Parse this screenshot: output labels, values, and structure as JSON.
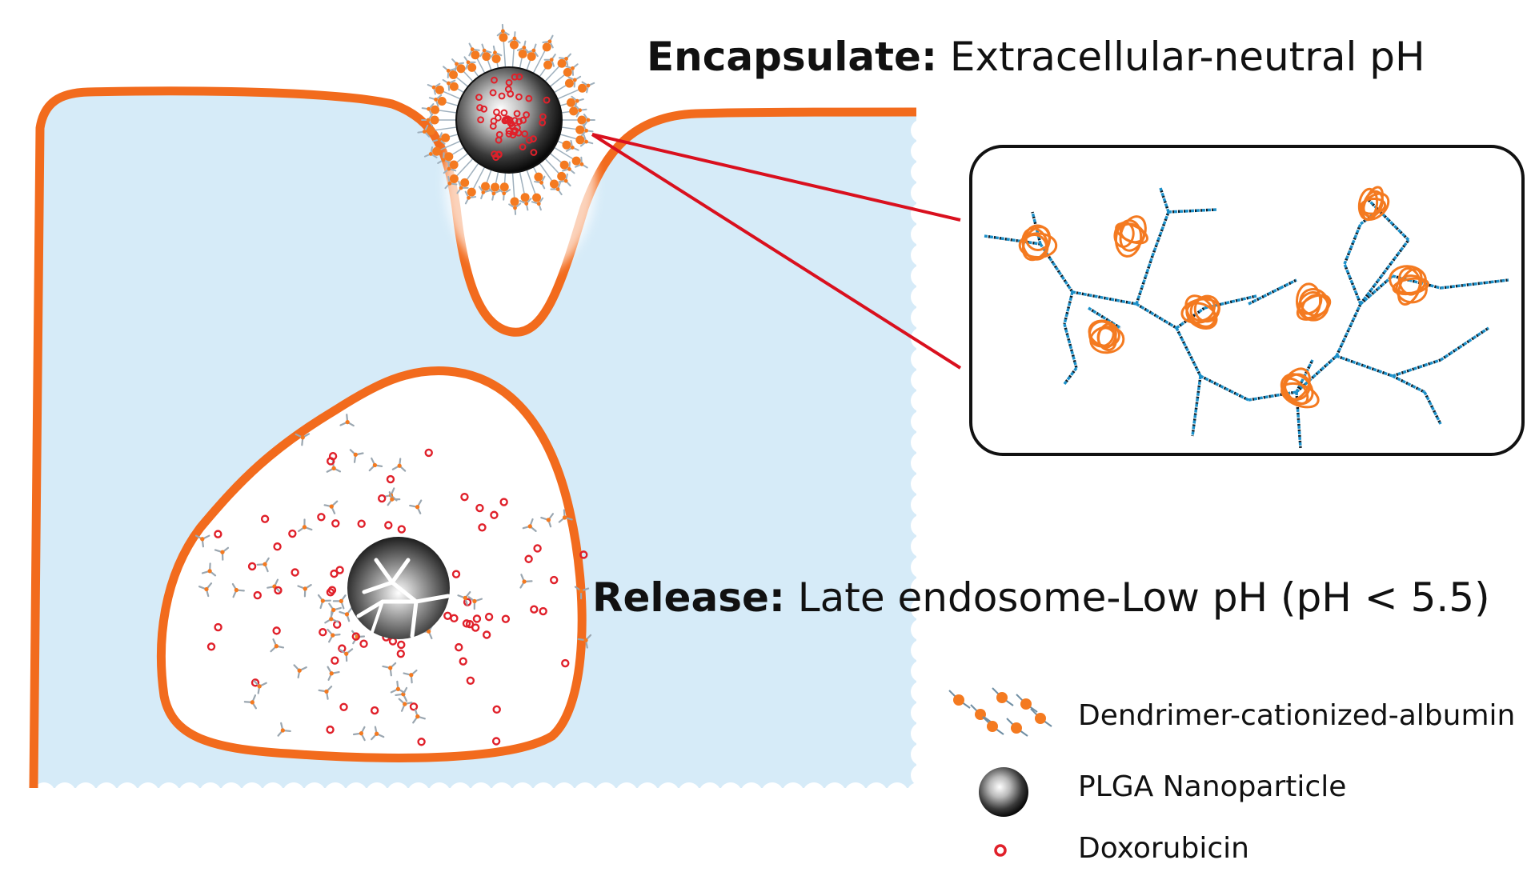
{
  "annotations": {
    "encapsulate_bold": "Encapsulate:",
    "encapsulate_rest": "Extracellular-neutral pH",
    "release_bold": "Release:",
    "release_rest": "Late endosome-Low pH (pH < 5.5)"
  },
  "legend": {
    "items": [
      {
        "label": "Dendrimer-cationized-albumin",
        "icon": "dendrimer-albumin-icon"
      },
      {
        "label": "PLGA Nanoparticle",
        "icon": "nanoparticle-icon"
      },
      {
        "label": "Doxorubicin",
        "icon": "doxorubicin-icon"
      }
    ]
  },
  "colors": {
    "membrane": "#f26b1d",
    "cytoplasm": "#d6ebf8",
    "connector": "#d9101e",
    "dendrimer_bond": "#1b8fc8",
    "drug": "#e0202a",
    "albumin": "#f47a20"
  }
}
